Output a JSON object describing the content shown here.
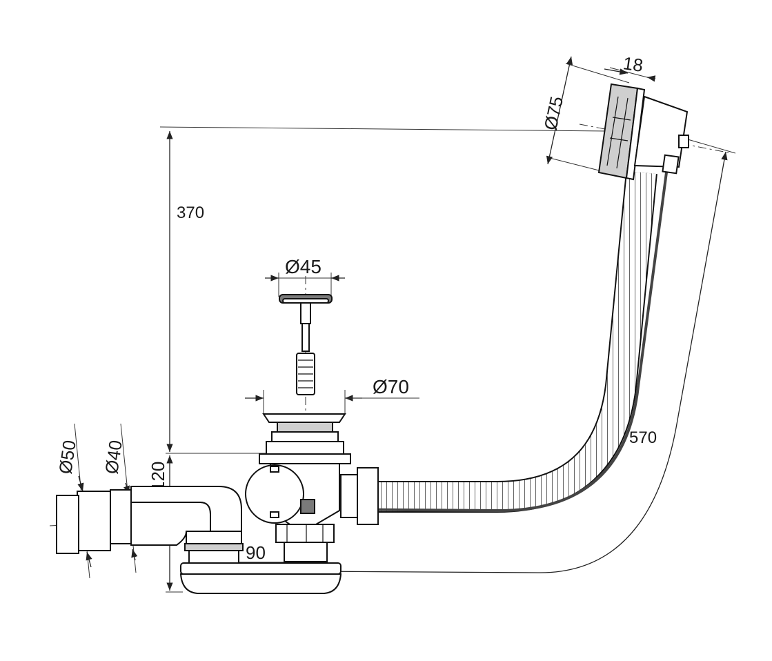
{
  "dimensions": {
    "height_overall": "370",
    "height_trap": "120",
    "width_trap": "90",
    "hose_length": "570",
    "overflow_diameter": "Ø75",
    "overflow_depth": "18",
    "plug_diameter": "Ø45",
    "drain_flange_diameter": "Ø70",
    "outlet_outer_diameter": "Ø50",
    "outlet_inner_diameter": "Ø40"
  }
}
